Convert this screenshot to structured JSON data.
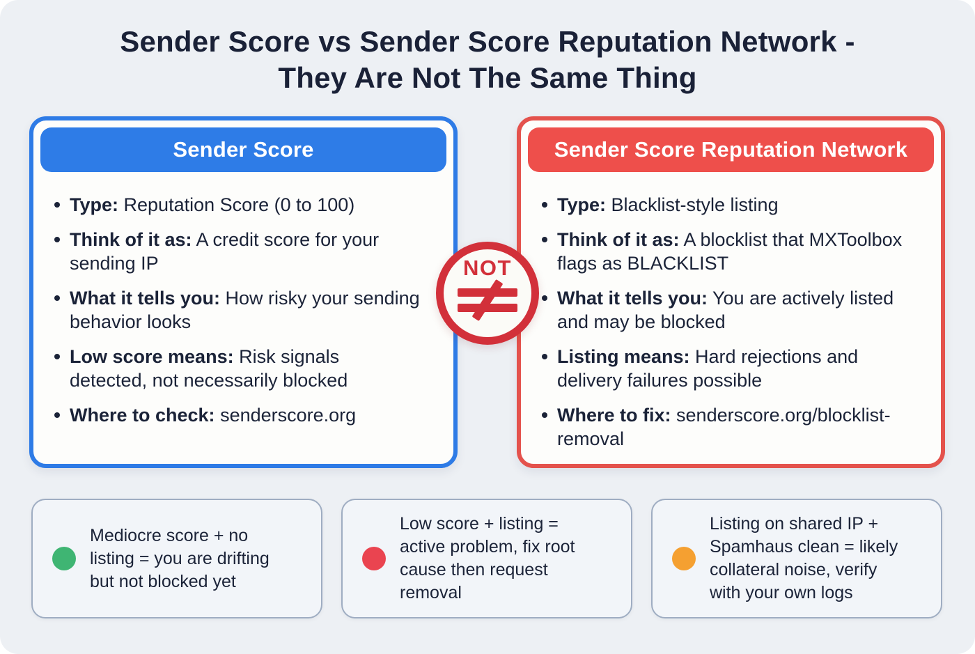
{
  "title": "Sender Score vs Sender Score Reputation Network -\nThey Are Not The Same Thing",
  "colors": {
    "background": "#edf0f4",
    "text_navy": "#1b2338",
    "blue_accent": "#2e7ce7",
    "red_accent": "#ee4f4b",
    "badge_red": "#d2303a",
    "legend_border": "#9fadc2",
    "dot_green": "#3fb573",
    "dot_red": "#ea4450",
    "dot_orange": "#f5a031"
  },
  "left_card": {
    "header": "Sender Score",
    "bullets": [
      {
        "label": "Type:",
        "text": "Reputation Score (0 to 100)"
      },
      {
        "label": "Think of it as:",
        "text": "A credit score for your sending IP"
      },
      {
        "label": "What it tells you:",
        "text": "How risky your sending behavior looks"
      },
      {
        "label": "Low score means:",
        "text": "Risk signals detected, not necessarily blocked"
      },
      {
        "label": "Where to check:",
        "text": "senderscore.org"
      }
    ]
  },
  "right_card": {
    "header": "Sender Score Reputation Network",
    "bullets": [
      {
        "label": "Type:",
        "text": "Blacklist-style listing"
      },
      {
        "label": "Think of it as:",
        "text": "A blocklist that MXToolbox flags as BLACKLIST"
      },
      {
        "label": "What it tells you:",
        "text": "You are actively listed and may be blocked"
      },
      {
        "label": "Listing means:",
        "text": "Hard rejections and delivery failures possible"
      },
      {
        "label": "Where to fix:",
        "text": "senderscore.org/blocklist-removal"
      }
    ]
  },
  "not_badge": {
    "label": "NOT",
    "symbol": "not-equal"
  },
  "legend_boxes": [
    {
      "dot": "green",
      "text": "Mediocre score + no\nlisting = you are drifting\nbut not blocked yet"
    },
    {
      "dot": "red",
      "text": "Low score + listing =\nactive problem, fix root\ncause then request\nremoval"
    },
    {
      "dot": "orange",
      "text": "Listing on shared IP +\nSpamhaus clean = likely\ncollateral noise, verify\nwith your own logs"
    }
  ]
}
